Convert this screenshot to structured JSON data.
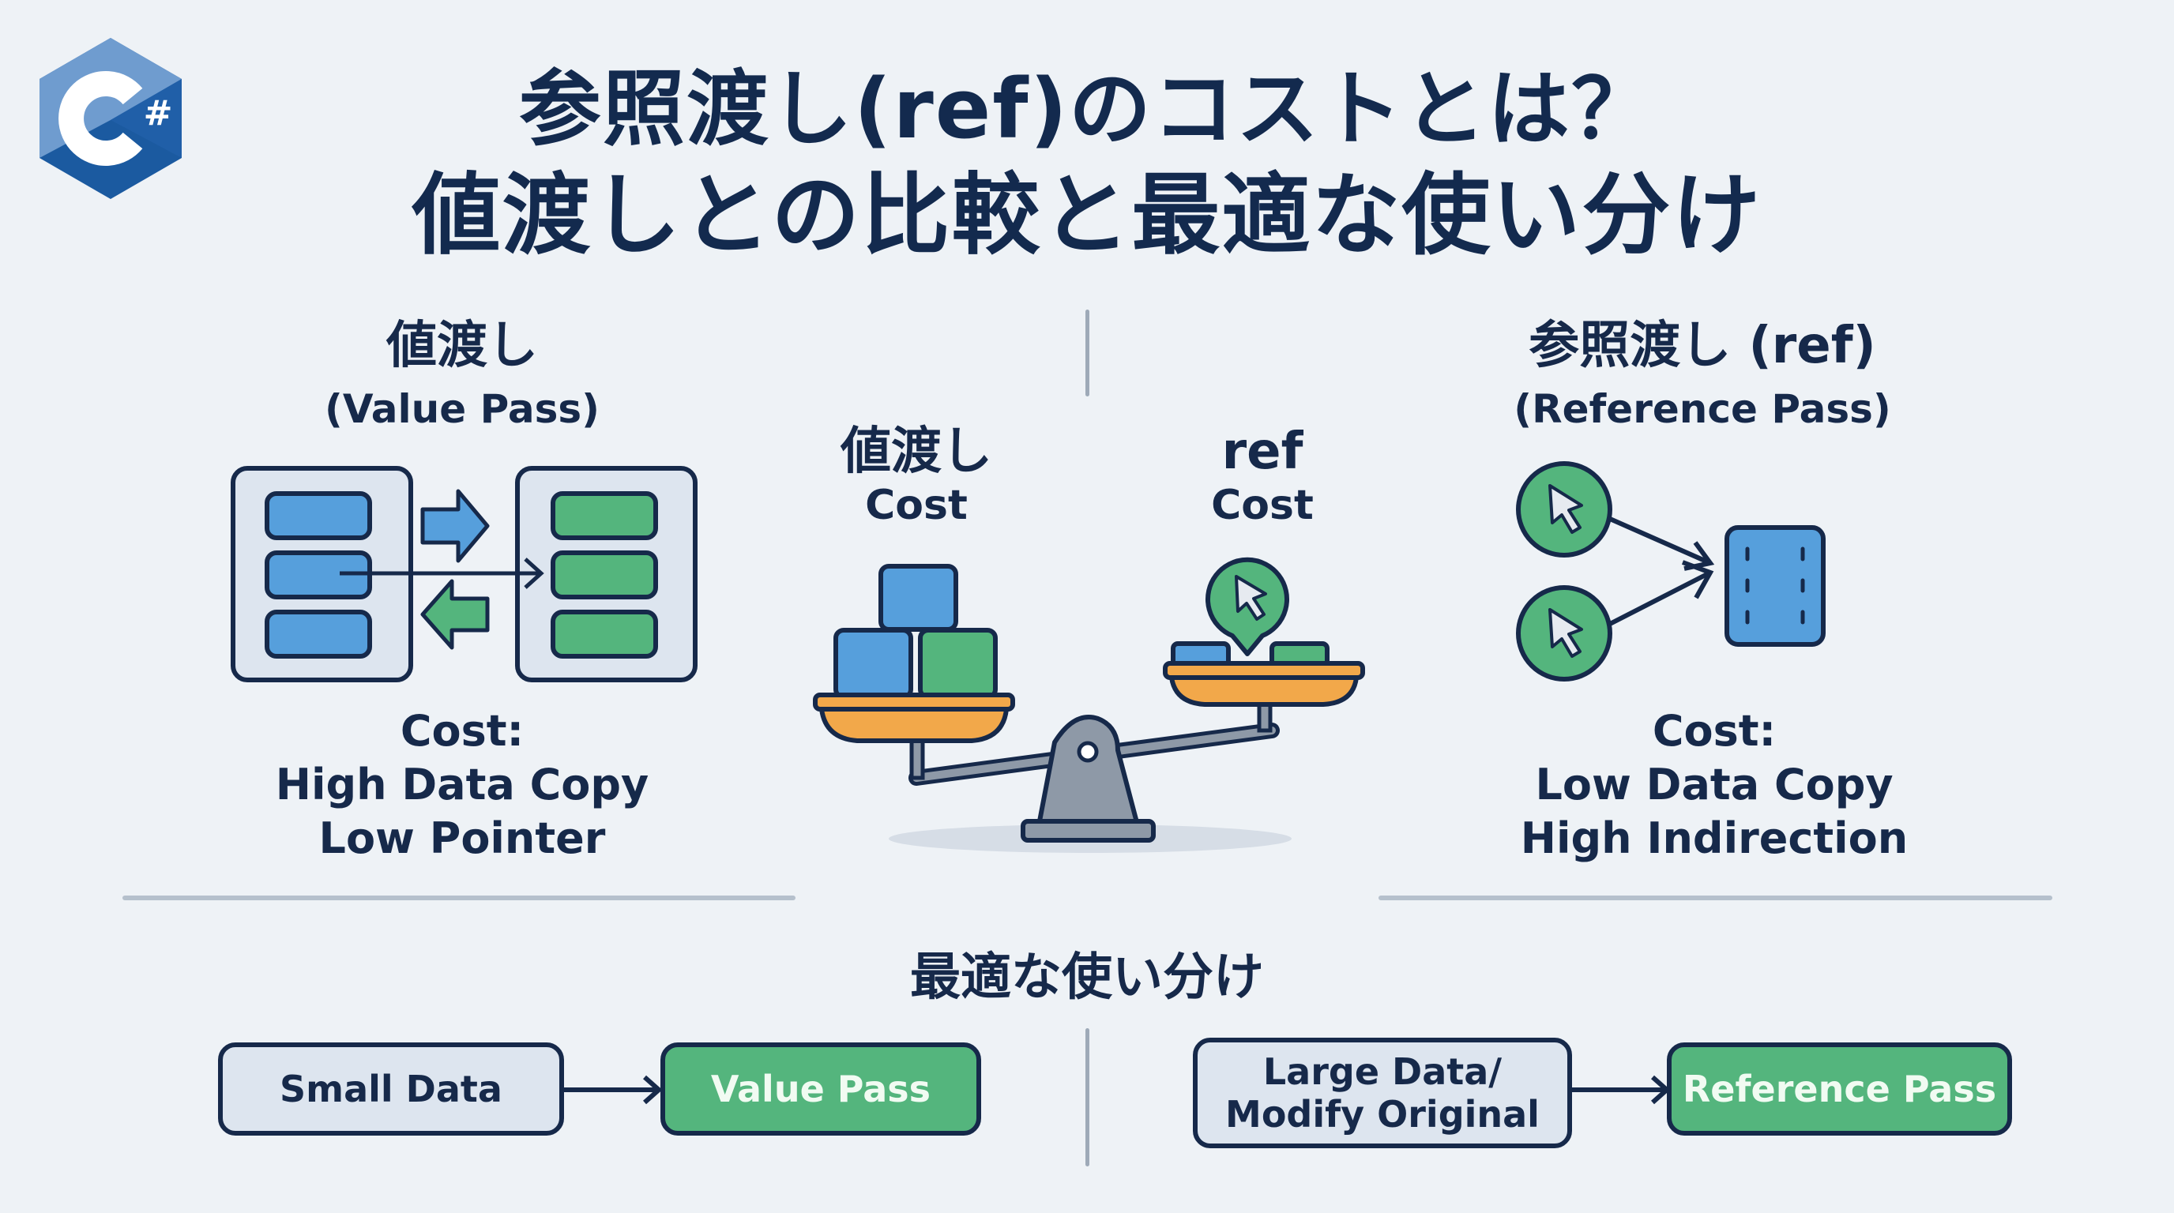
{
  "logo": {
    "icon": "csharp-logo-icon",
    "glyph": "#"
  },
  "title": {
    "line1": "参照渡し(ref)のコストとは？",
    "line2": "値渡しとの比較と最適な使い分け"
  },
  "left_panel": {
    "heading_jp": "値渡し",
    "heading_en": "(Value Pass)",
    "diagram_icon": "value-copy-diagram-icon",
    "cost_label": "Cost:",
    "cost_lines": [
      "High Data Copy",
      "Low Pointer"
    ]
  },
  "center_panel": {
    "left_label_top": "値渡し",
    "left_label_bottom": "Cost",
    "right_label_top": "ref",
    "right_label_bottom": "Cost",
    "scale_icon": "balance-scale-icon",
    "heavier_side": "value pass"
  },
  "right_panel": {
    "heading_jp": "参照渡し (ref)",
    "heading_en": "(Reference Pass)",
    "diagram_icon": "reference-pointer-diagram-icon",
    "cost_label": "Cost:",
    "cost_lines": [
      "Low Data Copy",
      "High Indirection"
    ]
  },
  "bottom": {
    "heading": "最適な使い分け",
    "rules": [
      {
        "condition": "Small Data",
        "result": "Value Pass"
      },
      {
        "condition": "Large Data/\nModify Original",
        "condition_lines": [
          "Large Data/",
          "Modify Original"
        ],
        "result": "Reference Pass"
      }
    ]
  },
  "colors": {
    "background": "#eef2f6",
    "text_dark": "#16294a",
    "blue": "#569fdc",
    "green": "#54b57d",
    "orange": "#f2a84a",
    "gray": "#8e99a7",
    "box_light": "#dde5ef",
    "logo_light": "#6f9ccf",
    "logo_dark": "#1b5aa0"
  }
}
